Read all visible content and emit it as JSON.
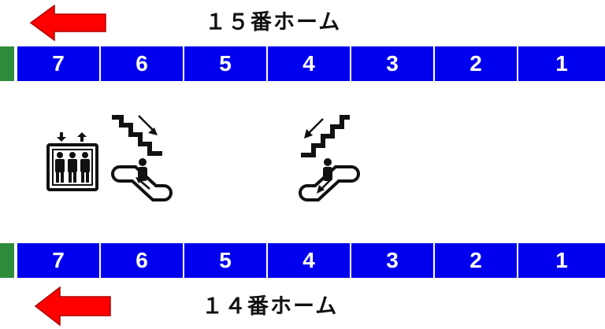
{
  "colors": {
    "car_fill": "#0000ee",
    "end_marker": "#2e8b3a",
    "direction_arrow": "#ff0000",
    "background": "#ffffff"
  },
  "top_platform": {
    "title": "１５番ホーム",
    "direction_arrow": "arrow-left",
    "cars": [
      "7",
      "6",
      "5",
      "4",
      "3",
      "2",
      "1"
    ]
  },
  "bottom_platform": {
    "title": "１４番ホーム",
    "direction_arrow": "arrow-left",
    "cars": [
      "7",
      "6",
      "5",
      "4",
      "3",
      "2",
      "1"
    ]
  },
  "facilities": [
    {
      "icon": "elevator-icon",
      "near_car": "7"
    },
    {
      "icon": "stairs-down-icon",
      "near_car": "6"
    },
    {
      "icon": "escalator-down-icon",
      "near_car": "6"
    },
    {
      "icon": "stairs-up-icon",
      "near_car": "4"
    },
    {
      "icon": "escalator-down-icon",
      "near_car": "4"
    }
  ]
}
